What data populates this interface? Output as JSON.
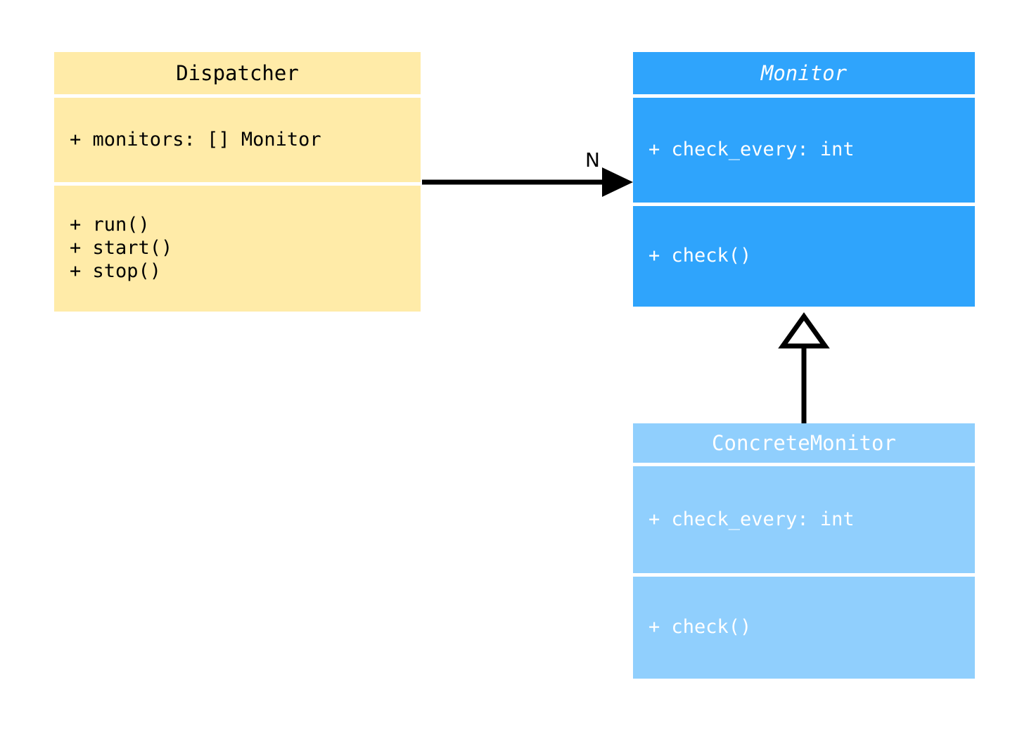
{
  "diagram": {
    "type": "uml-class-diagram",
    "background": "#ffffff",
    "classes": [
      {
        "id": "dispatcher",
        "name": "Dispatcher",
        "abstract": false,
        "fill": "#ffeba8",
        "text_color": "#000000",
        "attributes": [
          "+ monitors: [] Monitor"
        ],
        "methods": [
          "+ run()",
          "+ start()",
          "+ stop()"
        ]
      },
      {
        "id": "monitor",
        "name": "Monitor",
        "abstract": true,
        "fill": "#2fa4fc",
        "text_color": "#ffffff",
        "attributes": [
          "+ check_every: int"
        ],
        "methods": [
          "+ check()"
        ]
      },
      {
        "id": "concrete_monitor",
        "name": "ConcreteMonitor",
        "abstract": false,
        "fill": "#90cffd",
        "text_color": "#ffffff",
        "attributes": [
          "+ check_every: int"
        ],
        "methods": [
          "+ check()"
        ]
      }
    ],
    "relationships": [
      {
        "id": "dispatcher-monitor",
        "kind": "association",
        "from": "Dispatcher",
        "to": "Monitor",
        "multiplicity_label": "N",
        "arrow_style": "solid-filled",
        "color": "#000000"
      },
      {
        "id": "concrete-monitor-inheritance",
        "kind": "generalization",
        "from": "ConcreteMonitor",
        "to": "Monitor",
        "multiplicity_label": "",
        "arrow_style": "hollow-triangle",
        "color": "#000000"
      }
    ]
  }
}
